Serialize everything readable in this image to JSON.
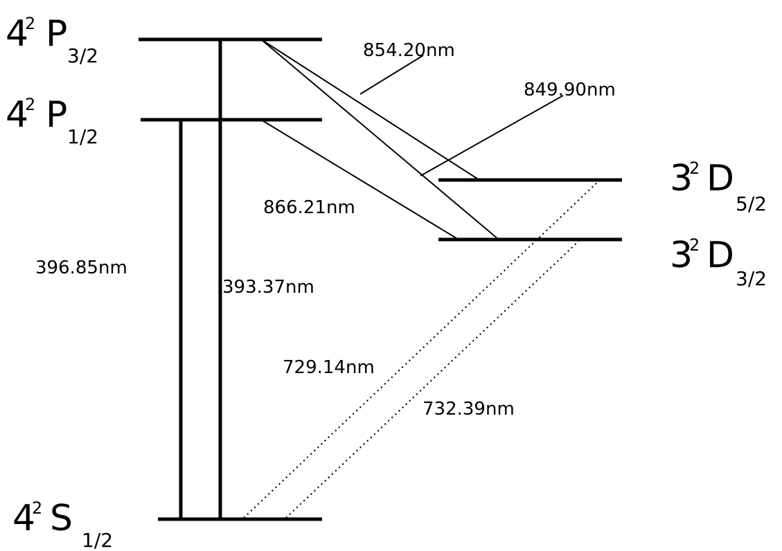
{
  "levels": {
    "p32": {
      "n": "4",
      "mult": "2",
      "term": "P",
      "j": "3/2"
    },
    "p12": {
      "n": "4",
      "mult": "2",
      "term": "P",
      "j": "1/2"
    },
    "d52": {
      "n": "3",
      "mult": "2",
      "term": "D",
      "j": "5/2"
    },
    "d32": {
      "n": "3",
      "mult": "2",
      "term": "D",
      "j": "3/2"
    },
    "s12": {
      "n": "4",
      "mult": "2",
      "term": "S",
      "j": "1/2"
    }
  },
  "transitions": {
    "p32_d52": "854.20nm",
    "p32_d32": "849.90nm",
    "p12_d32": "866.21nm",
    "p12_s12": "396.85nm",
    "p32_s12": "393.37nm",
    "d52_s12": "729.14nm",
    "d32_s12": "732.39nm"
  }
}
